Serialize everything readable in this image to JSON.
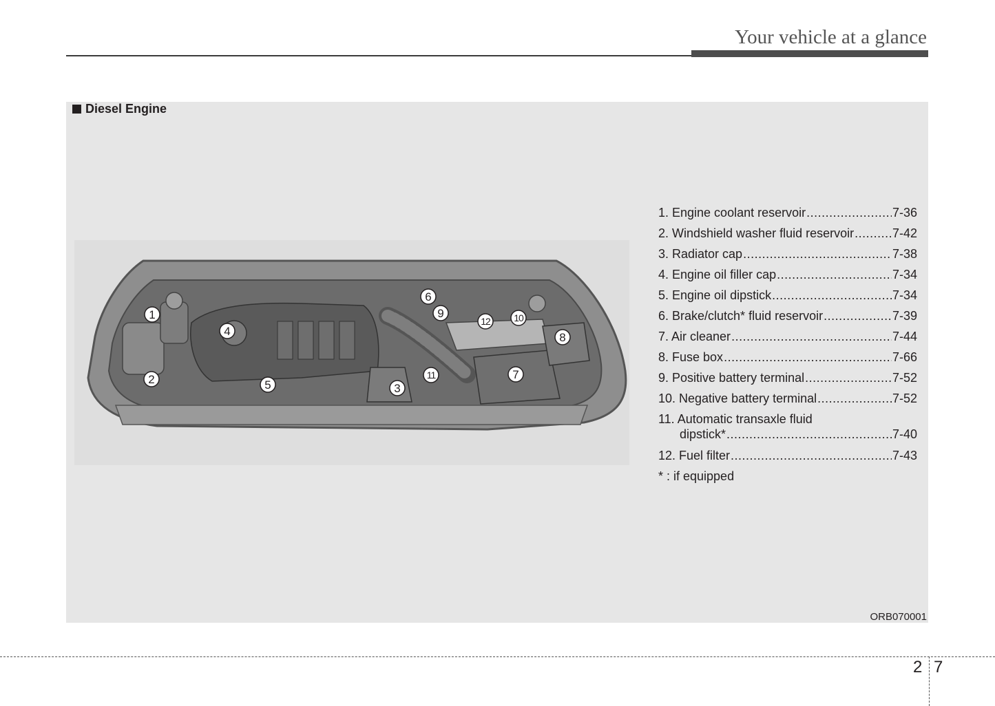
{
  "header": {
    "title": "Your vehicle at a glance"
  },
  "section": {
    "heading": "Diesel Engine"
  },
  "callouts": [
    "1",
    "2",
    "3",
    "4",
    "5",
    "6",
    "7",
    "8",
    "9",
    "10",
    "11",
    "12"
  ],
  "legend": {
    "items": [
      {
        "label": "1. Engine coolant reservoir",
        "page": "7-36"
      },
      {
        "label": "2. Windshield washer fluid reservoir",
        "page": "7-42"
      },
      {
        "label": "3. Radiator cap",
        "page": "7-38"
      },
      {
        "label": "4. Engine oil filler cap",
        "page": "7-34"
      },
      {
        "label": "5. Engine oil dipstick",
        "page": "7-34"
      },
      {
        "label": "6. Brake/clutch* fluid reservoir",
        "page": "7-39"
      },
      {
        "label": "7. Air cleaner",
        "page": "7-44"
      },
      {
        "label": "8. Fuse box",
        "page": "7-66"
      },
      {
        "label": "9. Positive battery terminal",
        "page": "7-52"
      },
      {
        "label": "10. Negative battery terminal",
        "page": "7-52"
      }
    ],
    "item11": {
      "line1": "11. Automatic transaxle fluid",
      "line2": "dipstick*",
      "page": "7-40"
    },
    "item12": {
      "label": "12. Fuel filter",
      "page": "7-43"
    },
    "footnote": "* : if equipped"
  },
  "image_code": "ORB070001",
  "page": {
    "chapter": "2",
    "number": "7"
  }
}
